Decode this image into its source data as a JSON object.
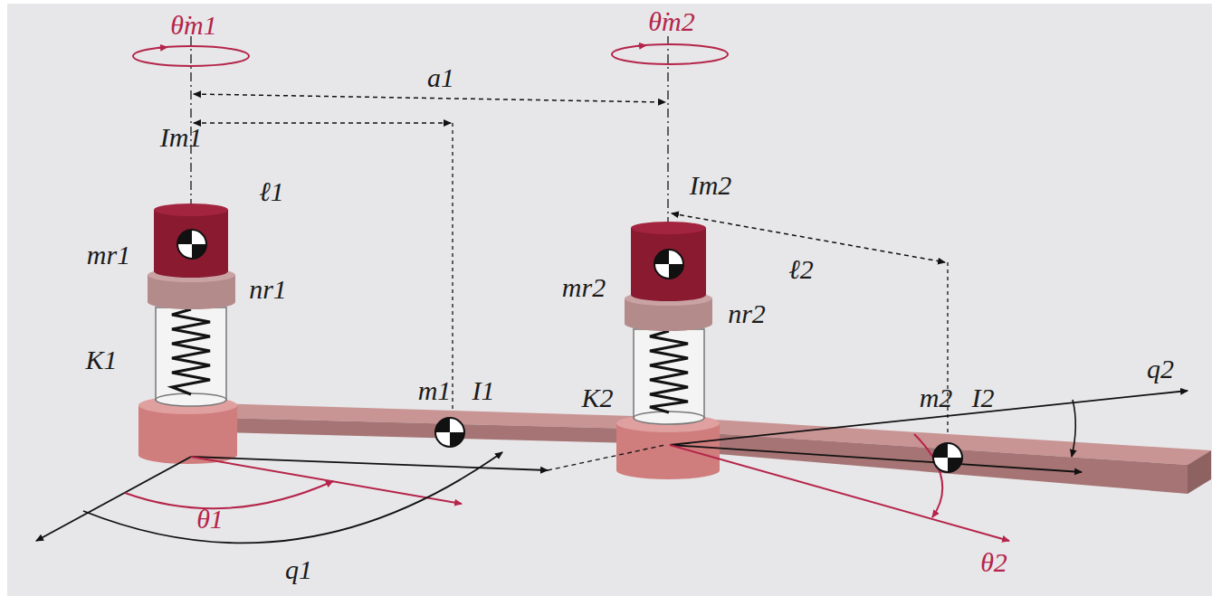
{
  "diagram": {
    "labels": [
      "θ̇m1",
      "Im1",
      "a1",
      "ℓ1",
      "mr1",
      "nr1",
      "K1",
      "m1",
      "I1",
      "θ1",
      "q1",
      "θ̇m2",
      "Im2",
      "mr2",
      "ℓ2",
      "nr2",
      "K2",
      "m2",
      "I2",
      "q2",
      "θ2"
    ]
  }
}
